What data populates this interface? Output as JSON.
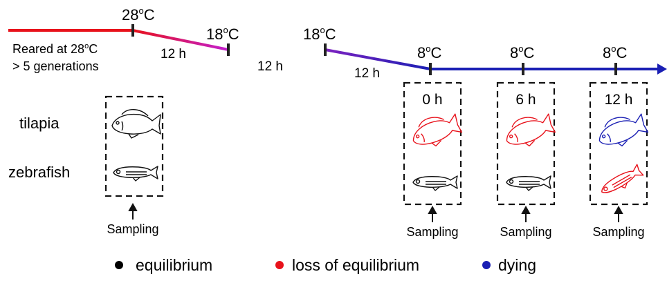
{
  "timeline": {
    "reared_line1": "Reared at 28",
    "reared_line1_sup": "o",
    "reared_line1_end": "C",
    "reared_line2": "> 5 generations",
    "temps": [
      {
        "main": "28",
        "sup": "o",
        "unit": "C"
      },
      {
        "main": "18",
        "sup": "o",
        "unit": "C"
      },
      {
        "main": "18",
        "sup": "o",
        "unit": "C"
      },
      {
        "main": "8",
        "sup": "o",
        "unit": "C"
      },
      {
        "main": "8",
        "sup": "o",
        "unit": "C"
      },
      {
        "main": "8",
        "sup": "o",
        "unit": "C"
      }
    ],
    "durations": [
      "12 h",
      "12 h",
      "12 h"
    ]
  },
  "species": {
    "tilapia": "tilapia",
    "zebrafish": "zebrafish"
  },
  "samples": [
    {
      "time": "",
      "label": "Sampling",
      "tilapia_state": "equilibrium",
      "zebrafish_state": "equilibrium"
    },
    {
      "time": "0 h",
      "label": "Sampling",
      "tilapia_state": "loss of equilibrium",
      "zebrafish_state": "equilibrium"
    },
    {
      "time": "6 h",
      "label": "Sampling",
      "tilapia_state": "loss of equilibrium",
      "zebrafish_state": "equilibrium"
    },
    {
      "time": "12 h",
      "label": "Sampling",
      "tilapia_state": "dying",
      "zebrafish_state": "loss of equilibrium"
    }
  ],
  "legend": [
    {
      "label": "equilibrium",
      "color": "#000000"
    },
    {
      "label": "loss of equilibrium",
      "color": "#e8121b"
    },
    {
      "label": "dying",
      "color": "#1a1fb4"
    }
  ],
  "colors": {
    "hot": "#e8121b",
    "mid": "#c21fd0",
    "cold": "#1a1fb4"
  }
}
